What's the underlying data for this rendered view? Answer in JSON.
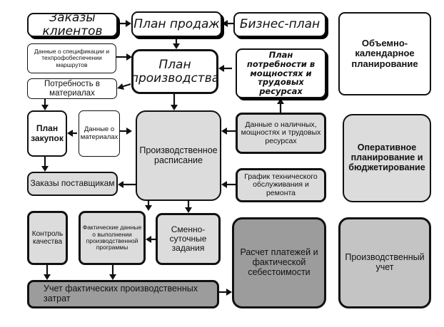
{
  "boxes": {
    "client_orders": "Заказы клиентов",
    "sales_plan": "План продаж",
    "business_plan": "Бизнес-план",
    "volume_planning": "Объемно-календарное планирование",
    "spec_data": "Данные о спецификации и техпрофобеспечении маршрутов",
    "production_plan": "План производства",
    "capacity_plan": "План потребности в мощностях и трудовых ресурсах",
    "material_needs": "Потребность в материалах",
    "purchase_plan": "План закупок",
    "material_data": "Данные о материалах",
    "schedule": "Производственное расписание",
    "resources_data": "Данные о наличных, мощностях и трудовых ресурсах",
    "operational_planning": "Оперативное планирование и бюджетирование",
    "supplier_orders": "Заказы поставщикам",
    "maintenance": "График технического обслуживания и ремонта",
    "quality_control": "Контроль качества",
    "actual_execution": "Фактические данные о выполнении производственной программы",
    "shift_tasks": "Сменно-суточные задания",
    "payments": "Расчет платежей и фактической себестоимости",
    "production_accounting": "Производственный учет",
    "cost_accounting": "Учет фактических производственных затрат"
  }
}
